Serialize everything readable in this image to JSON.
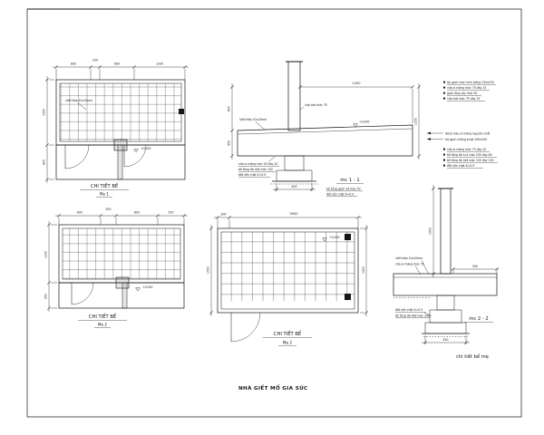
{
  "page": {
    "title": "NHÀ GIẾT MỔ GIA SÚC"
  },
  "plan1": {
    "title": "CHI TIẾT BỂ",
    "subtitle": "Mẹ 1",
    "dims_top": [
      "800",
      "200",
      "800",
      "1200"
    ],
    "dims_left": [
      "1500",
      "800"
    ],
    "mesh_note": "lưới thép 10x10mm",
    "level": "+0.000"
  },
  "plan2": {
    "title": "CHI TIẾT BỂ",
    "subtitle": "Mẹ 2",
    "dims_top": [
      "800",
      "300",
      "800",
      "500"
    ],
    "dims_left": [
      "1200",
      "500"
    ],
    "level": "+0.000"
  },
  "plan3": {
    "title": "CHI TIẾT BỂ",
    "subtitle": "Mẹ 2",
    "dims_top": [
      "300",
      "3000"
    ],
    "dim_left": "1500",
    "dim_right": "1500",
    "level": "+0.000"
  },
  "section1": {
    "label": "mc 1 - 1",
    "dim_top": "1200",
    "dim_right": "1200",
    "dims_left": [
      "800",
      "450"
    ],
    "dim_footing": "400",
    "level": "+0.000",
    "mesh_note": "lưới thép 10x10mm",
    "wall_note": "vữa trát mác 75",
    "notes_left": [
      "vữa xi măng mác 50 dày 20",
      "bê tông đá 4x6 mác 100",
      "đất nện chặt K=0.9"
    ],
    "notes_right": [
      "bê tông gạch vỡ mác 50",
      "đất nện chặt K=0.9"
    ]
  },
  "section2": {
    "label": "mc 2 - 2",
    "caption": "chi tiết bể mẹ",
    "dim_left": "1500",
    "dim_ledge": "350",
    "dim_footing": "430",
    "notes_top": [
      "lưới thép 10x10mm",
      "vữa xi măng mác 75"
    ],
    "notes_left": [
      "đất nện chặt K=0.9",
      "bê tông đá 4x6 mác 100"
    ]
  },
  "notes_block": {
    "group1": [
      "ốp gạch men kính trắng 150x150",
      "vữa xi măng mác 75 dày 15",
      "gạch ống xây mác 50",
      "vữa trát mác 75 dày 15"
    ],
    "group2": [
      "đánh màu xi măng nguyên chất",
      "lát gạch chống trượt 200x200"
    ],
    "group3": [
      "vữa xi măng mác 75 dày 20",
      "bê tông đá 1x2 mác 200 dày 80",
      "bê tông đá 4x6 mác 100 dày 100",
      "đất nện chặt K=0.9"
    ]
  }
}
